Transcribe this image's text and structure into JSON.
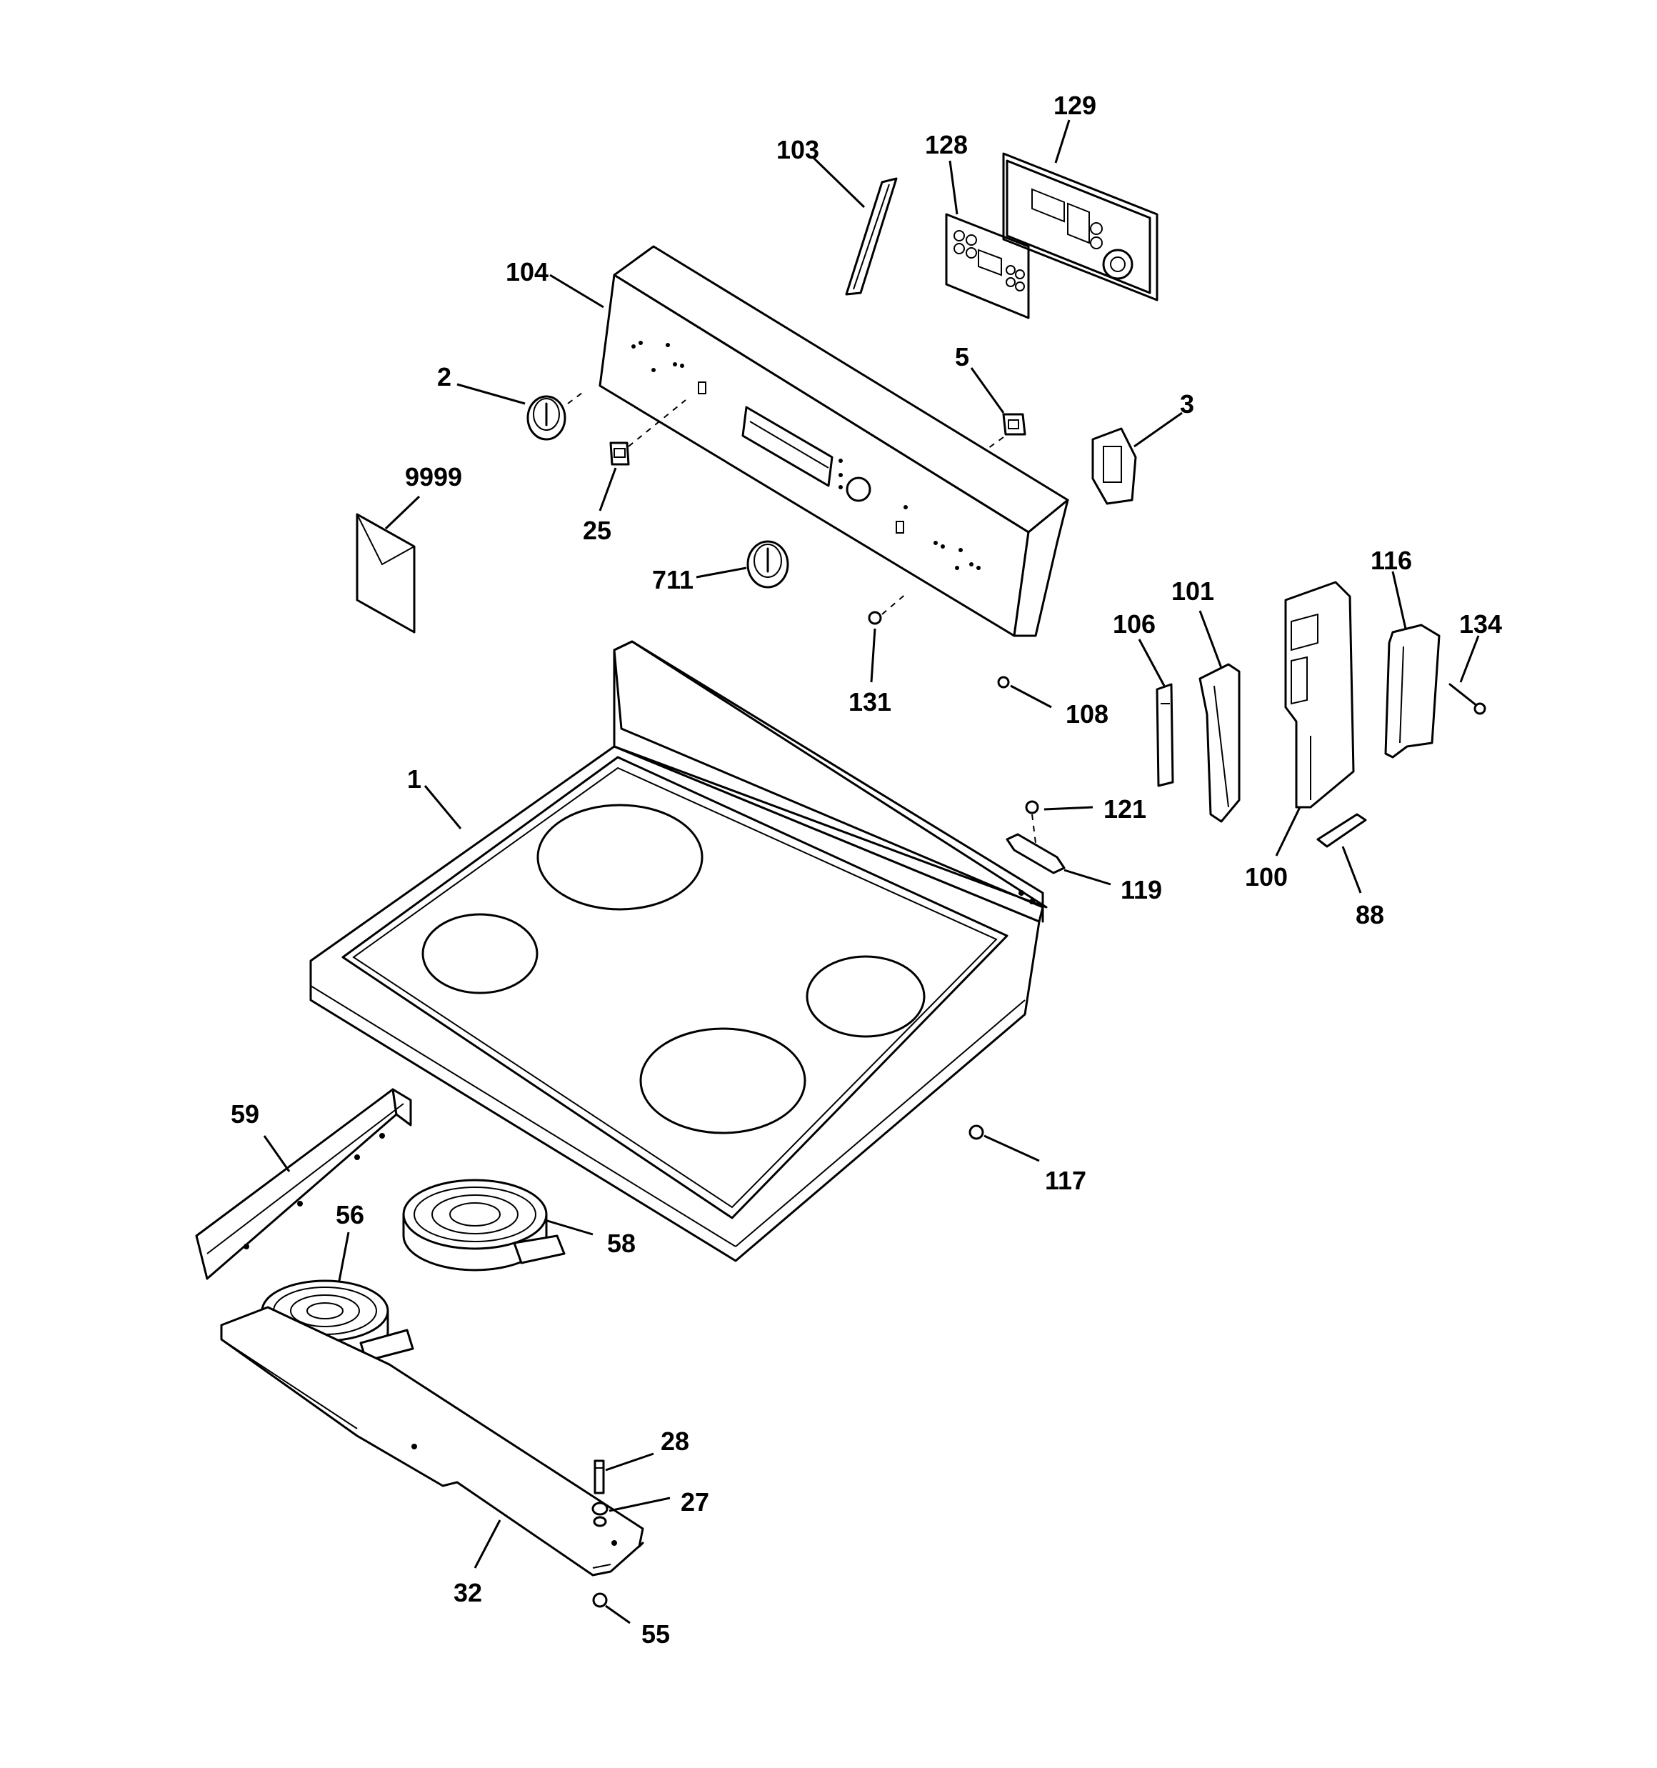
{
  "callouts": [
    {
      "id": "129",
      "label": "129"
    },
    {
      "id": "103",
      "label": "103"
    },
    {
      "id": "128",
      "label": "128"
    },
    {
      "id": "104",
      "label": "104"
    },
    {
      "id": "2",
      "label": "2"
    },
    {
      "id": "5",
      "label": "5"
    },
    {
      "id": "3",
      "label": "3"
    },
    {
      "id": "9999",
      "label": "9999"
    },
    {
      "id": "25",
      "label": "25"
    },
    {
      "id": "711",
      "label": "711"
    },
    {
      "id": "116",
      "label": "116"
    },
    {
      "id": "101",
      "label": "101"
    },
    {
      "id": "106",
      "label": "106"
    },
    {
      "id": "134",
      "label": "134"
    },
    {
      "id": "131",
      "label": "131"
    },
    {
      "id": "108",
      "label": "108"
    },
    {
      "id": "1",
      "label": "1"
    },
    {
      "id": "121",
      "label": "121"
    },
    {
      "id": "119",
      "label": "119"
    },
    {
      "id": "100",
      "label": "100"
    },
    {
      "id": "88",
      "label": "88"
    },
    {
      "id": "59",
      "label": "59"
    },
    {
      "id": "117",
      "label": "117"
    },
    {
      "id": "56",
      "label": "56"
    },
    {
      "id": "58",
      "label": "58"
    },
    {
      "id": "28",
      "label": "28"
    },
    {
      "id": "27",
      "label": "27"
    },
    {
      "id": "32",
      "label": "32"
    },
    {
      "id": "55",
      "label": "55"
    }
  ]
}
